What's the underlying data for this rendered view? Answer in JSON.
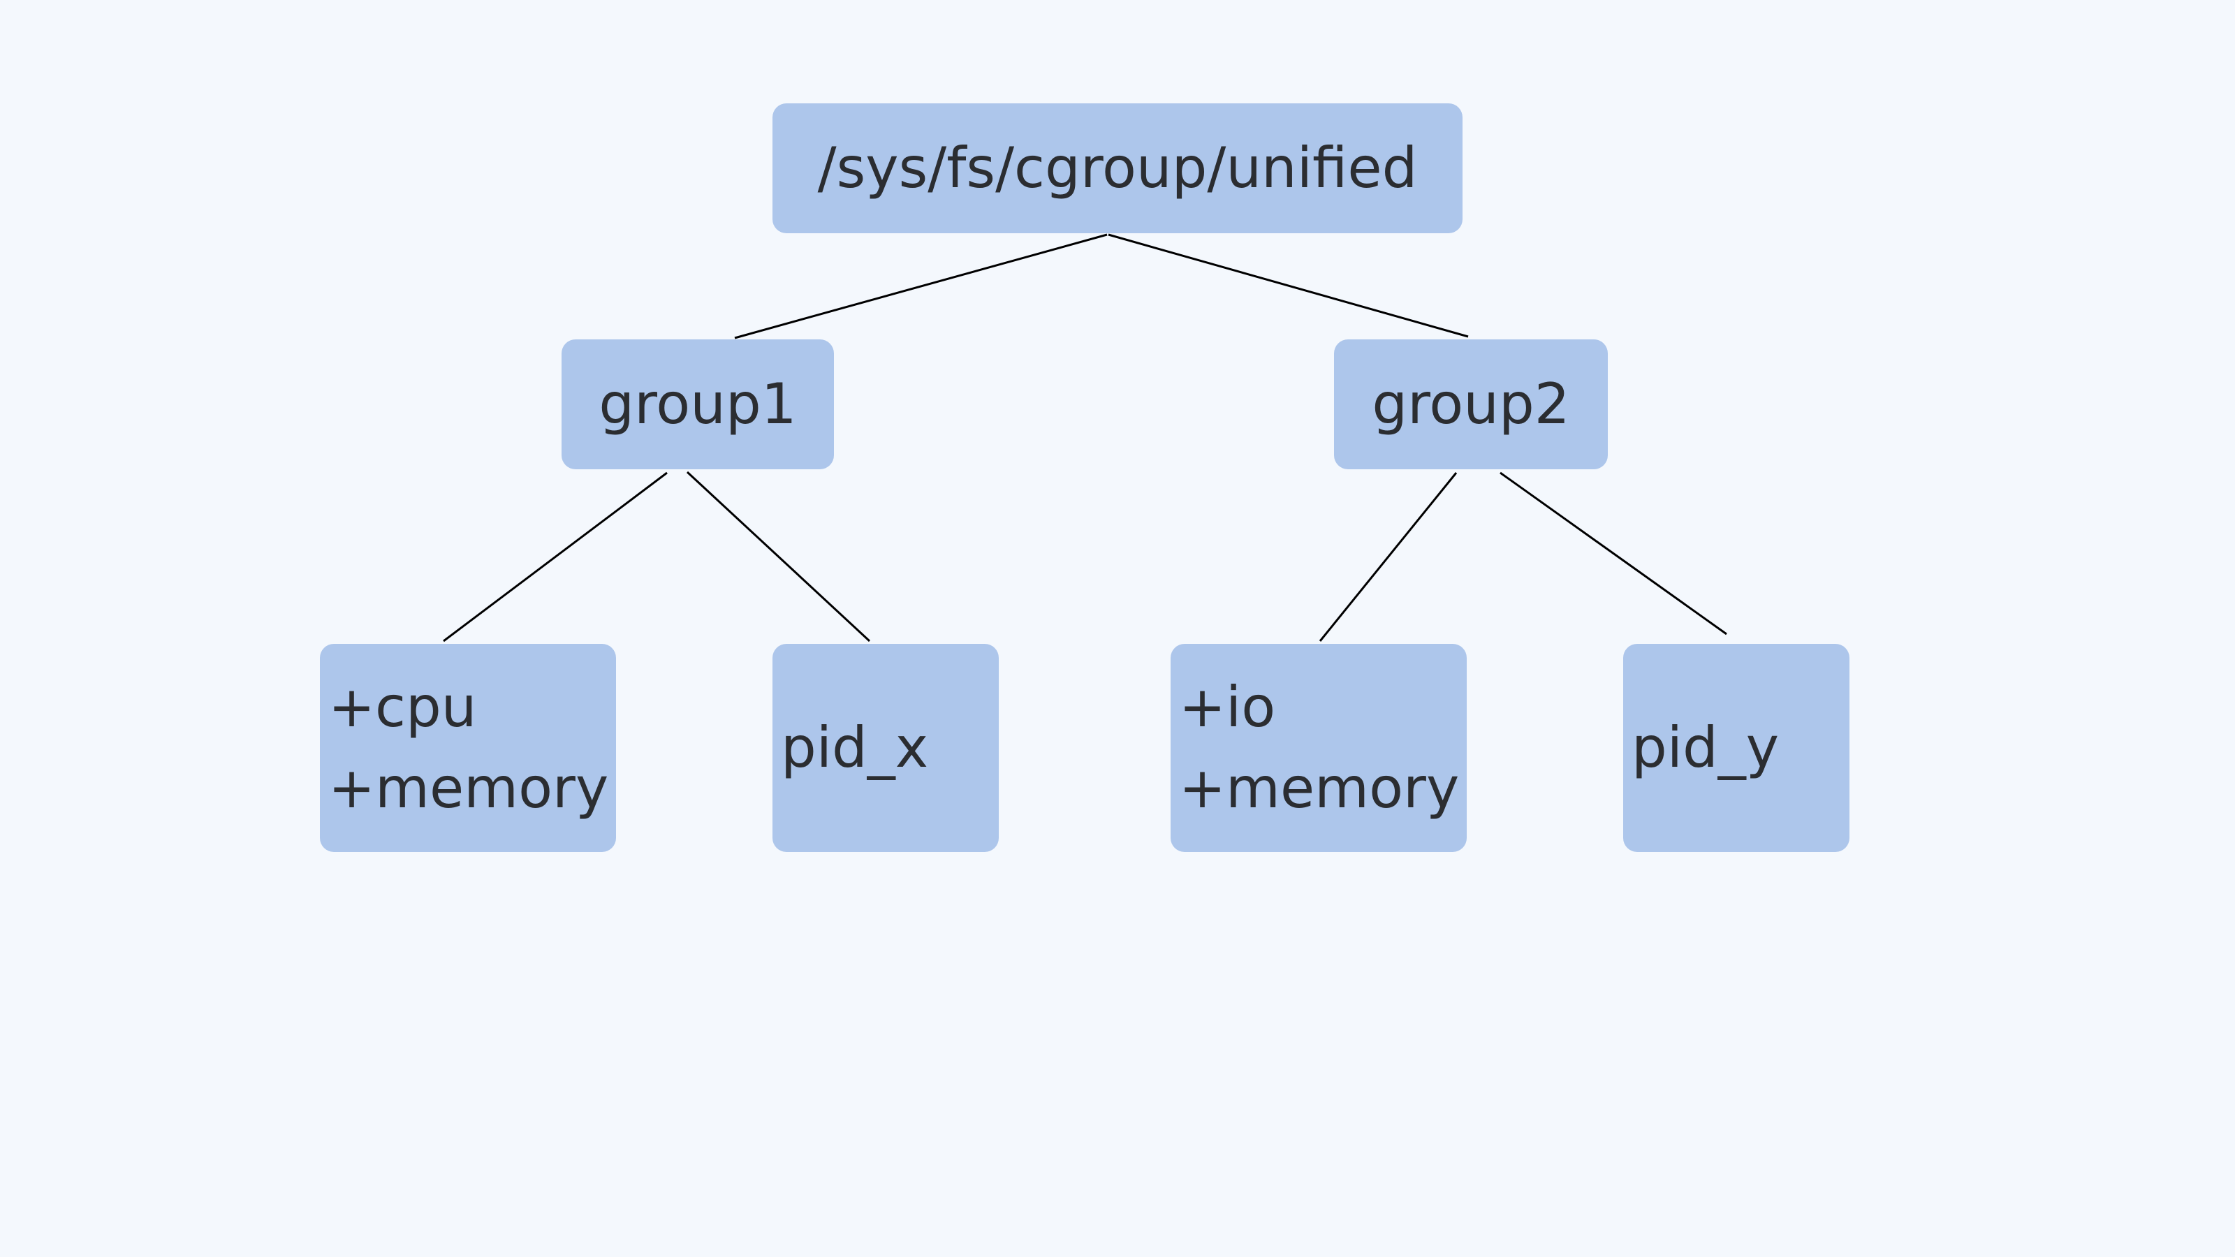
{
  "tree": {
    "root": {
      "label": "/sys/fs/cgroup/unified"
    },
    "groups": [
      {
        "label": "group1"
      },
      {
        "label": "group2"
      }
    ],
    "leaves": [
      {
        "lines": [
          "+cpu",
          "+memory"
        ]
      },
      {
        "lines": [
          "pid_x"
        ]
      },
      {
        "lines": [
          "+io",
          "+memory"
        ]
      },
      {
        "lines": [
          "pid_y"
        ]
      }
    ]
  },
  "colors": {
    "background": "#f4f8fd",
    "node_fill": "#adc6eb",
    "text": "#2b2d31",
    "connector": "#000000"
  }
}
